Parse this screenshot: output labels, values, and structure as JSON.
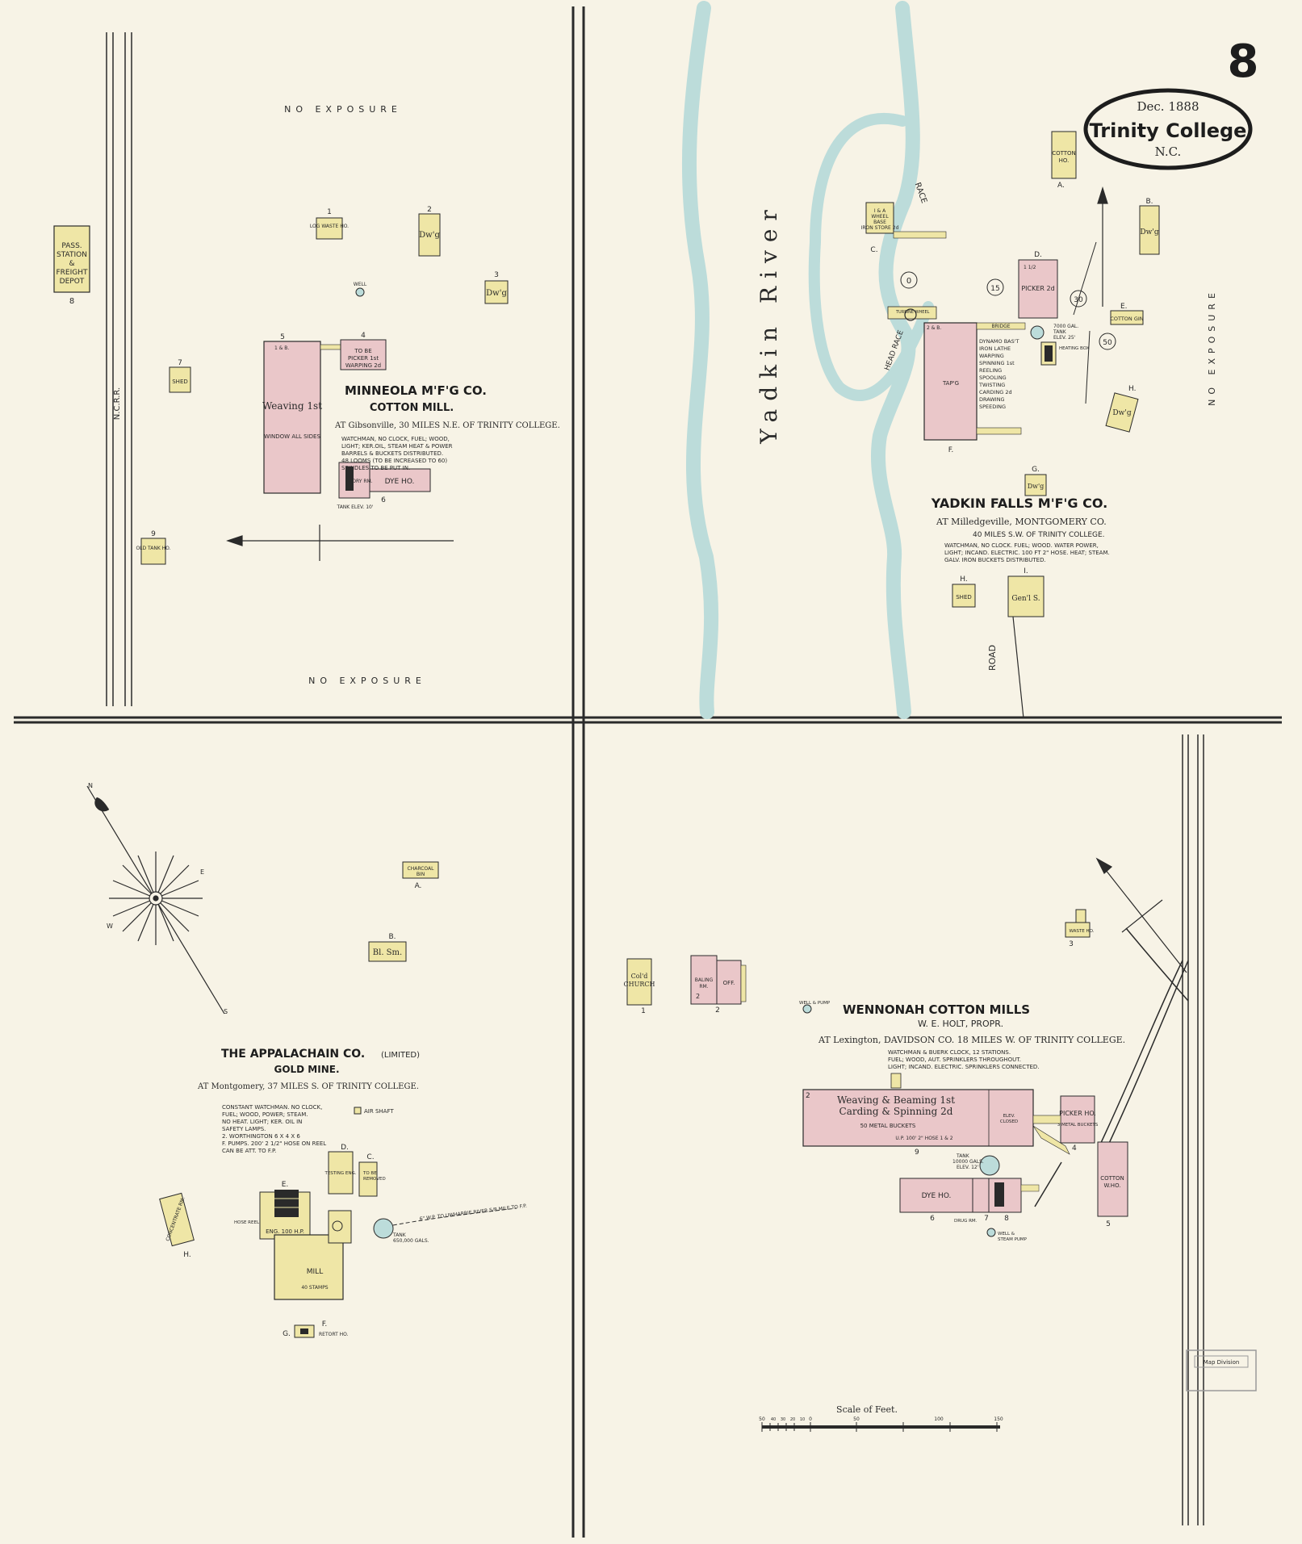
{
  "sheet": {
    "number": "8",
    "cartouche": {
      "date": "Dec. 1888",
      "place": "Trinity College",
      "state": "N.C."
    },
    "scale": {
      "title": "Scale of Feet.",
      "ticks": [
        "50",
        "40",
        "30",
        "20",
        "10",
        "0",
        "50",
        "100",
        "150"
      ]
    }
  },
  "panels": {
    "minneola": {
      "exposure_top": "NO  EXPOSURE",
      "exposure_bottom": "NO  EXPOSURE",
      "railroad": "N.C.R.R.",
      "title": "MINNEOLA M'F'G CO.",
      "subtitle": "COTTON MILL.",
      "location": "AT Gibsonville, 30 MILES N.E. OF TRINITY COLLEGE.",
      "notes": [
        "WATCHMAN, NO CLOCK, FUEL; WOOD,",
        "LIGHT; KER.OIL, STEAM HEAT & POWER",
        "BARRELS & BUCKETS DISTRIBUTED.",
        "48 LOOMS (TO BE INCREASED TO 60)",
        "SPINDLES TO BE PUT IN."
      ],
      "buildings": {
        "b1": {
          "num": "1",
          "label": "LOG WASTE HO."
        },
        "b2": {
          "num": "2",
          "label": "Dw'g"
        },
        "b3": {
          "num": "3",
          "label": "Dw'g"
        },
        "b4": {
          "num": "4",
          "label": "TO BE PICKER 1st WARPING 2d"
        },
        "b5": {
          "num": "5",
          "label": "Weaving 1st",
          "sub": "WINDOW ALL SIDES",
          "corner": "1 & B."
        },
        "b6": {
          "num": "6",
          "label": "DYE HO.",
          "dry": "DRY RM.",
          "tank": "TANK ELEV. 10'"
        },
        "b7": {
          "num": "7",
          "label": "SHED"
        },
        "b8": {
          "num": "8",
          "label": "PASS. STATION & FREIGHT DEPOT"
        },
        "b9": {
          "num": "9",
          "label": "OLD TANK HO."
        },
        "well": "WELL"
      }
    },
    "yadkin": {
      "river": "Yadkin River",
      "race": "RACE",
      "head_race": "HEAD RACE",
      "road": "ROAD",
      "exposure_right": "NO  EXPOSURE",
      "title": "YADKIN FALLS M'F'G CO.",
      "location": "AT Milledgeville, MONTGOMERY CO.",
      "distance": "40 MILES S.W. OF TRINITY COLLEGE.",
      "notes": [
        "WATCHMAN, NO CLOCK. FUEL; WOOD. WATER POWER,",
        "LIGHT; INCAND. ELECTRIC. 100 FT 2\" HOSE. HEAT; STEAM.",
        "GALV. IRON BUCKETS DISTRIBUTED."
      ],
      "operations": [
        "DYNAMO BAS'T",
        "IRON LATHE",
        "WARPING",
        "SPINNING 1st",
        "REELING",
        "SPOOLING",
        "TWISTING",
        "CARDING 2d",
        "DRAWING",
        "SPEEDING"
      ],
      "buildings": {
        "a": {
          "letter": "A.",
          "label": "COTTON HO."
        },
        "b": {
          "letter": "B.",
          "label": "Dw'g"
        },
        "c": {
          "letter": "C.",
          "label": "I & A WHEEL BASE IRON STORE 2d"
        },
        "d": {
          "letter": "D.",
          "label": "PICKER 2d",
          "floors": "1 1/2"
        },
        "e": {
          "letter": "E.",
          "label": "COTTON GIN"
        },
        "f": {
          "letter": "F.",
          "label": "TAP'G",
          "corner": "2 & B."
        },
        "g": {
          "letter": "G.",
          "label": "Dw'g"
        },
        "h1": {
          "letter": "H.",
          "label": "Dw'g"
        },
        "h2": {
          "letter": "H.",
          "label": "SHED"
        },
        "i": {
          "letter": "I.",
          "label": "Gen'l S."
        },
        "turbine": "TURBINE WHEEL",
        "bridge": "BRIDGE",
        "tank": "7000 GAL. TANK ELEV. 25'",
        "heating": "HEATING BOX",
        "circles": [
          "0",
          "15",
          "30",
          "50"
        ]
      }
    },
    "appalachian": {
      "title": "THE APPALACHAIN CO.",
      "title_suffix": "(LIMITED)",
      "subtitle": "GOLD MINE.",
      "location": "AT Montgomery, 37 MILES S. OF TRINITY COLLEGE.",
      "notes": [
        "CONSTANT WATCHMAN. NO CLOCK,",
        "FUEL; WOOD, POWER; STEAM.",
        "NO HEAT. LIGHT; KER. OIL IN",
        "SAFETY LAMPS.",
        "2. WORTHINGTON 6 X 4 X 6",
        "F. PUMPS. 200' 2 1/2\" HOSE ON REEL",
        "CAN BE ATT. TO F.P."
      ],
      "compass": {
        "n": "N",
        "e": "E",
        "s": "S",
        "w": "W"
      },
      "buildings": {
        "a": {
          "letter": "A.",
          "label": "CHARCOAL BIN"
        },
        "b": {
          "letter": "B.",
          "label": "Bl. Sm."
        },
        "c": {
          "letter": "C.",
          "label": "TO BE REMOVED"
        },
        "d": {
          "letter": "D.",
          "label": "TESTING ENG."
        },
        "e": {
          "letter": "E.",
          "label": "ENG. 100 H.P."
        },
        "f": {
          "letter": "F.",
          "label": "MILL",
          "sub": "40 STAMPS"
        },
        "g": {
          "letter": "G.",
          "label": "RETORT HO."
        },
        "h": {
          "letter": "H.",
          "label": "CONCENTRATE RM."
        },
        "air_shaft": "AIR SHAFT",
        "hose_reel": "HOSE REEL",
        "tank": "TANK 650,000 GALS.",
        "pipe": "6\" W.P. TO UWHARRIE RIVER 5/8 MILE TO F.P."
      }
    },
    "wennonah": {
      "title": "WENNONAH COTTON MILLS",
      "proprietor": "W. E. HOLT, PROPR.",
      "location": "AT Lexington, DAVIDSON CO. 18 MILES W. OF TRINITY COLLEGE.",
      "notes": [
        "WATCHMAN & BUERK CLOCK, 12 STATIONS.",
        "FUEL; WOOD, AUT. SPRINKLERS THROUGHOUT.",
        "LIGHT; INCAND. ELECTRIC. SPRINKLERS CONNECTED."
      ],
      "buildings": {
        "b1": {
          "num": "1",
          "label": "Col'd CHURCH"
        },
        "b2": {
          "num": "2",
          "label": "BALING RM."
        },
        "b2b": {
          "label": "OFF."
        },
        "b3": {
          "num": "3",
          "label": "WASTE HO."
        },
        "b4": {
          "num": "4",
          "label": "PICKER HO.",
          "sub": "3 METAL BUCKETS"
        },
        "b5": {
          "num": "5",
          "label": "COTTON W.HO."
        },
        "b6": {
          "num": "6",
          "label": "DYE HO."
        },
        "b7": {
          "num": "7"
        },
        "b8": {
          "num": "8"
        },
        "b9": {
          "num": "9"
        },
        "main": {
          "label1": "Weaving & Beaming 1st",
          "label2": "Carding & Spinning 2d",
          "buckets": "50 METAL BUCKETS",
          "hose": "U.P. 100' 2\" HOSE 1 & 2",
          "corner": "2"
        },
        "tank": "TANK 10000 GALS. ELEV. 12'",
        "well": "WELL & PUMP",
        "well2": "WELL & STEAM PUMP",
        "drug": "DRUG RM.",
        "elev": "ELEV. CLOSED"
      }
    }
  },
  "stamp": "Map Division",
  "colors": {
    "paper": "#f7f3e6",
    "brick": "#eac7c9",
    "frame": "#efe6a6",
    "water": "#bcdcda",
    "ink": "#2a2a2a"
  }
}
